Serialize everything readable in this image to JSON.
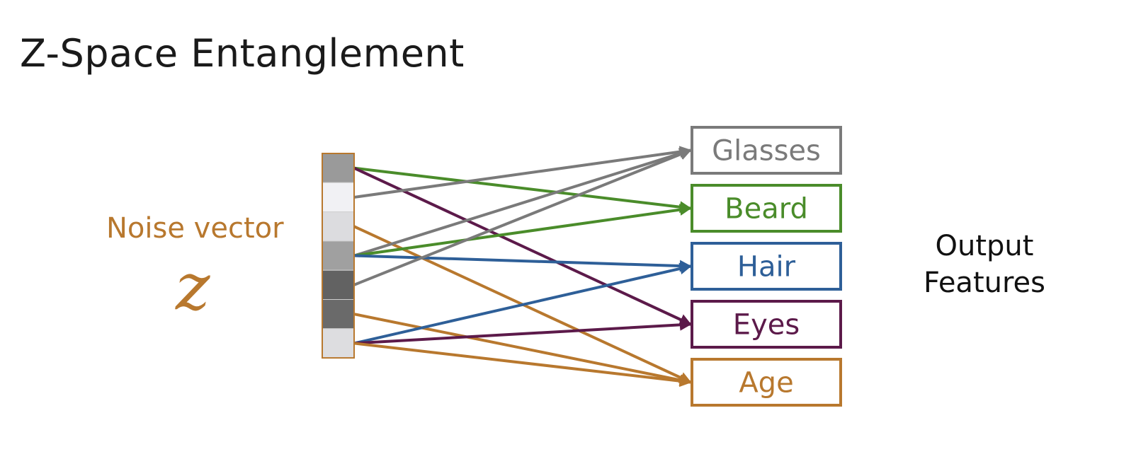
{
  "title": "Z-Space Entanglement",
  "noise_label": "Noise vector",
  "z_symbol": "z",
  "output_label": {
    "line1": "Output",
    "line2": "Features"
  },
  "vector_cells": [
    {
      "shade": "#9a9a9a"
    },
    {
      "shade": "#f1f1f4"
    },
    {
      "shade": "#dcdcdf"
    },
    {
      "shade": "#a0a0a0"
    },
    {
      "shade": "#626262"
    },
    {
      "shade": "#6a6a6a"
    },
    {
      "shade": "#dddde0"
    }
  ],
  "vector_border_color": "#b8782e",
  "features": [
    {
      "label": "Glasses",
      "color": "#7a7a7a"
    },
    {
      "label": "Beard",
      "color": "#4a8c2a"
    },
    {
      "label": "Hair",
      "color": "#2e5f98"
    },
    {
      "label": "Eyes",
      "color": "#5c1a4a"
    },
    {
      "label": "Age",
      "color": "#b8782e"
    }
  ],
  "connections": [
    {
      "from_cell": 0,
      "to_feature": "Beard"
    },
    {
      "from_cell": 0,
      "to_feature": "Eyes"
    },
    {
      "from_cell": 1,
      "to_feature": "Glasses"
    },
    {
      "from_cell": 2,
      "to_feature": "Age"
    },
    {
      "from_cell": 3,
      "to_feature": "Glasses"
    },
    {
      "from_cell": 3,
      "to_feature": "Beard"
    },
    {
      "from_cell": 3,
      "to_feature": "Hair"
    },
    {
      "from_cell": 4,
      "to_feature": "Glasses"
    },
    {
      "from_cell": 5,
      "to_feature": "Age"
    },
    {
      "from_cell": 6,
      "to_feature": "Hair"
    },
    {
      "from_cell": 6,
      "to_feature": "Eyes"
    },
    {
      "from_cell": 6,
      "to_feature": "Age"
    }
  ]
}
